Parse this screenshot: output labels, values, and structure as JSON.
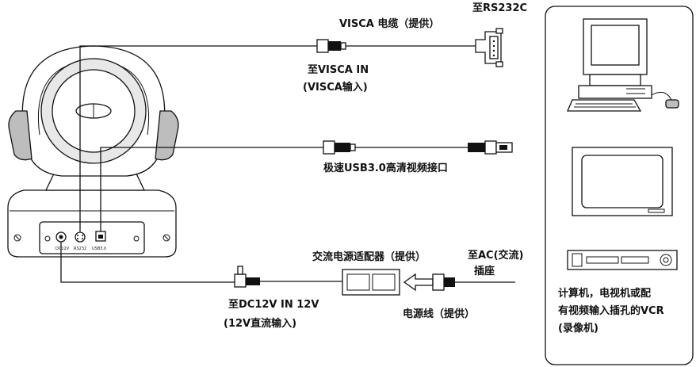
{
  "labels": {
    "to_rs232c": "至RS232C",
    "visca_cable": "VISCA 电缆（提供）",
    "to_visca_in": "至VISCA IN",
    "visca_input": "(VISCA输入)",
    "usb_port": "极速USB3.0高清视频接口",
    "ac_adapter": "交流电源适配器（提供）",
    "to_ac_line1": "至AC(交流)",
    "to_ac_line2": "插座",
    "to_dc12v": "至DC12V IN 12V",
    "dc_input": "(12V直流输入)",
    "power_cord": "电源线（提供）",
    "device_line1": "计算机，电视机或配",
    "device_line2": "有视频输入插孔的VCR",
    "device_line3": "(录像机)"
  },
  "port_labels": {
    "dc": "DC12V",
    "rs232": "RS232",
    "usb": "USB3.0"
  }
}
